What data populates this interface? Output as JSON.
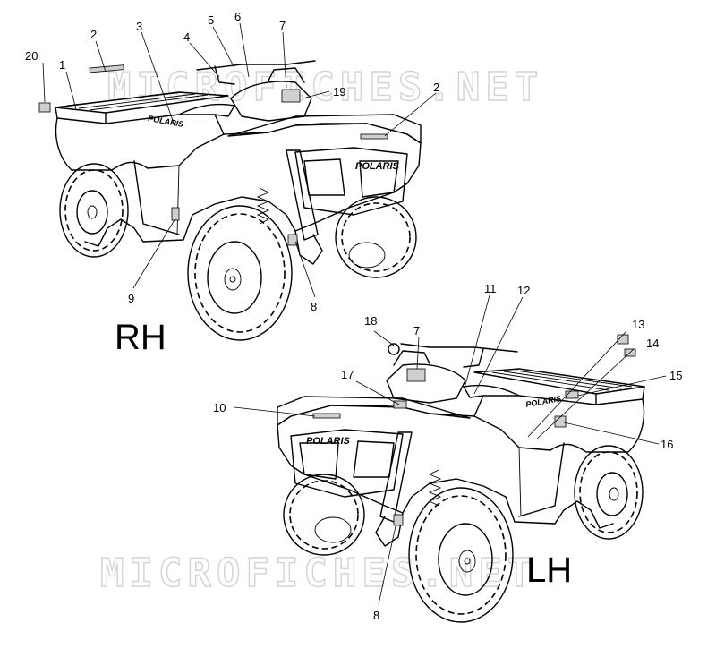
{
  "views": {
    "rh": {
      "label": "RH"
    },
    "lh": {
      "label": "LH"
    }
  },
  "brand": {
    "logo": "POLARIS"
  },
  "watermark": {
    "text": "MICROFICHES.NET"
  },
  "callouts": {
    "c1": "1",
    "c2a": "2",
    "c2b": "2",
    "c3": "3",
    "c4": "4",
    "c5": "5",
    "c6": "6",
    "c7a": "7",
    "c7b": "7",
    "c8a": "8",
    "c8b": "8",
    "c9": "9",
    "c10": "10",
    "c11": "11",
    "c12": "12",
    "c13": "13",
    "c14": "14",
    "c15": "15",
    "c16": "16",
    "c17": "17",
    "c18": "18",
    "c19": "19",
    "c20": "20"
  }
}
